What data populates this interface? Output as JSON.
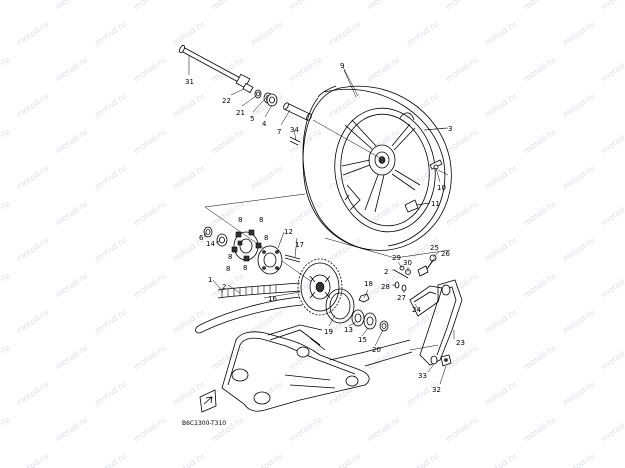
{
  "watermark": "motod.ru",
  "diagram_code": "B6C1300-T310",
  "parts": {
    "p1": "1",
    "p2": "2",
    "p3": "3",
    "p4": "4",
    "p5": "5",
    "p6": "6",
    "p7": "7",
    "p8a": "8",
    "p8b": "8",
    "p8c": "8",
    "p8d": "8",
    "p8e": "8",
    "p8f": "8",
    "p9": "9",
    "p10": "10",
    "p11": "11",
    "p12": "12",
    "p13": "13",
    "p14": "14",
    "p15": "15",
    "p16": "16",
    "p17": "17",
    "p18": "18",
    "p19": "19",
    "p20": "20",
    "p21": "21",
    "p22": "22",
    "p23": "23",
    "p24": "24",
    "p25": "25",
    "p26": "26",
    "p27": "27",
    "p28": "28",
    "p29": "29",
    "p30": "30",
    "p31": "31",
    "p32": "32",
    "p33": "33",
    "p34": "34"
  }
}
